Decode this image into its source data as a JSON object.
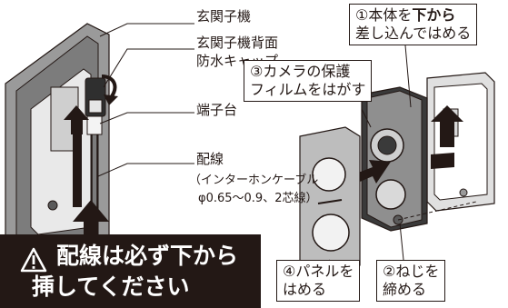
{
  "labels": {
    "entrance_unit": "玄関子機",
    "back_cap_1": "玄関子機背面",
    "back_cap_2": "防水キャップ",
    "terminal": "端子台",
    "wiring": "配線",
    "cable_1": "（インターホンケーブル",
    "cable_2": "φ0.65～0.9、2芯線）"
  },
  "steps": {
    "step1_pre": "①本体を",
    "step1_bold": "下から",
    "step1_line2": "差し込んではめる",
    "step3_line1": "③カメラの保護",
    "step3_line2": "フィルムをはがす",
    "step4_line1": "④パネルを",
    "step4_line2": "はめる",
    "step2_line1": "②ねじを",
    "step2_line2": "締める"
  },
  "warning": {
    "line1": "配線は必ず下から",
    "line2": "挿してください",
    "icon": "warning-triangle-icon"
  },
  "colors": {
    "ink": "#231815",
    "unit_gray": "#8a8a8a",
    "unit_dark": "#3a3a3a",
    "panel": "#bdbdbd"
  }
}
